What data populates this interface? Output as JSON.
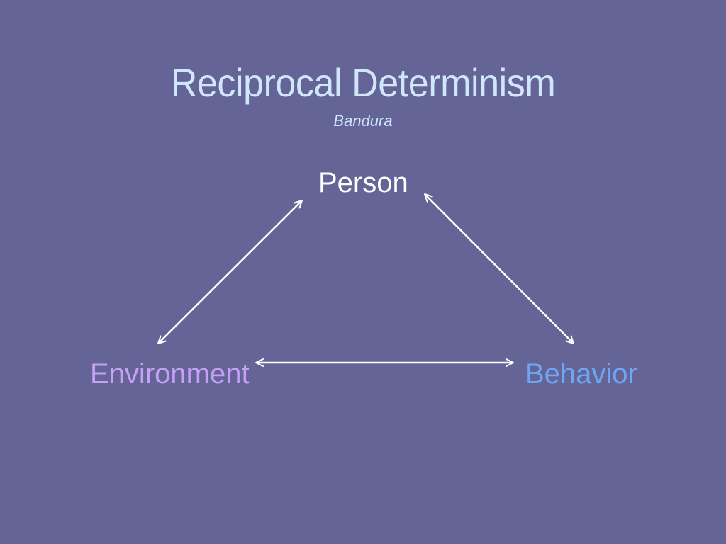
{
  "slide": {
    "title": "Reciprocal Determinism",
    "subtitle": "Bandura",
    "background_color": "#646497",
    "title_color": "#cfe6fb"
  },
  "nodes": {
    "person": {
      "label": "Person",
      "color": "#ffffff"
    },
    "environment": {
      "label": "Environment",
      "color": "#c7a0f5"
    },
    "behavior": {
      "label": "Behavior",
      "color": "#6ea6f4"
    }
  },
  "edges": [
    {
      "from": "environment",
      "to": "person",
      "style": "double-arrow"
    },
    {
      "from": "person",
      "to": "behavior",
      "style": "double-arrow"
    },
    {
      "from": "environment",
      "to": "behavior",
      "style": "double-arrow"
    }
  ]
}
